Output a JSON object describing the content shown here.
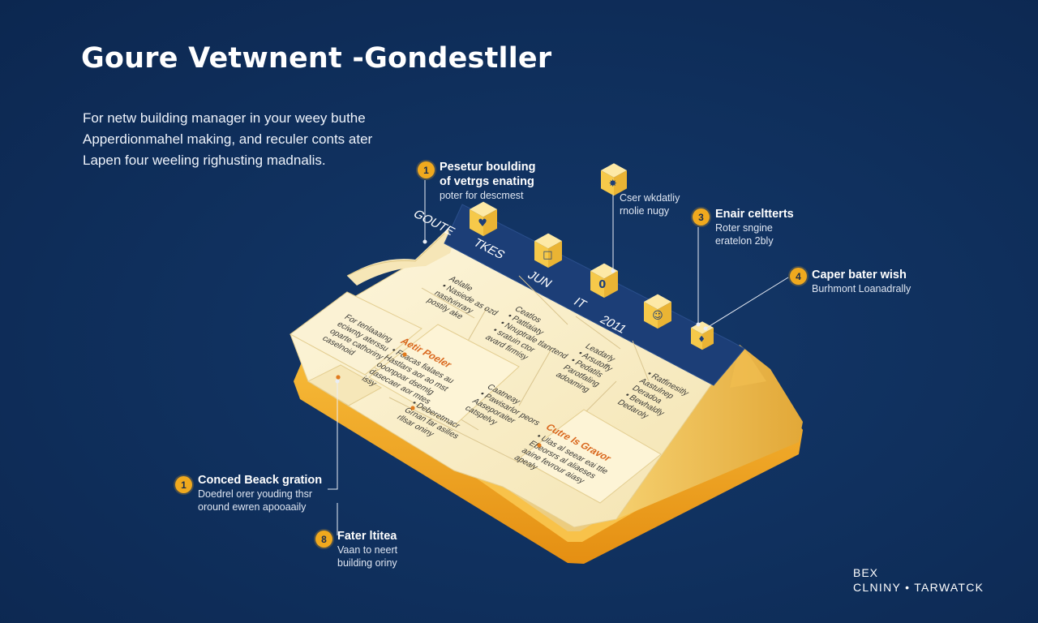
{
  "title": "Goure Vetwnent -Gondestller",
  "intro_lines": [
    "For netw building manager in your weey buthe",
    "Apperdionmahel making, and reculer conts ater",
    "Lapen four weeling righusting madnalis."
  ],
  "timeline": {
    "labels": [
      "GOUTE",
      "TKES",
      "JUN",
      "IT",
      "2011"
    ]
  },
  "panels": [
    {
      "heading": "",
      "lines": [
        "Aelalle",
        "• Nasiede as ozd",
        "nasitvinrary",
        "postily ake"
      ]
    },
    {
      "heading": "",
      "lines": [
        "Ceatlos",
        "• Pattlaiaty",
        "• Nnuptrale tlanrtend",
        "• sratuin ctor",
        "avard firmisy"
      ]
    },
    {
      "heading": "",
      "lines": [
        "Leadarly",
        "• Arsutoffy",
        "• Pedatils",
        "Parotfaling",
        "adoaming"
      ]
    },
    {
      "heading": "",
      "lines": [
        "• Ratfinesitly",
        "Aastulnep",
        "Deradoa",
        "• Bewhaldly",
        "Dedaroly"
      ]
    },
    {
      "heading": "",
      "lines": [
        "For tenlaaaing",
        "eciwnty aterssu",
        "oparte cathoriny",
        "caselnoid"
      ]
    },
    {
      "heading": "Aetir Poeler",
      "lines": [
        "• Foacas fialaes au",
        "Hastlars aor ao mst",
        "ooonpoar dsemlg",
        "dasecaer aor mtes",
        "issy"
      ]
    },
    {
      "heading": "",
      "lines": [
        "Caatneay",
        "• Pawisarlor peors",
        "Aaseporaiter",
        "catspelvy"
      ]
    },
    {
      "heading": "Cutre Is Gravor",
      "lines": [
        "• Ulas al seear eai ttle",
        "Ebeorsrs al aliaeses",
        "aaine fevrour aiasy",
        "apealy"
      ]
    },
    {
      "heading": "",
      "lines": [
        "• Deberetmacr",
        "Grnan far asilies",
        "rllsar oniny"
      ]
    }
  ],
  "callouts": [
    {
      "number": "1",
      "title": "Pesetur boulding",
      "title2": "of vetrgs enating",
      "subtitle": "poter for descmest"
    },
    {
      "number": "",
      "title": "",
      "title2": "",
      "subtitle": "Cser wkdatliy",
      "subtitle2": "rnolie nugy"
    },
    {
      "number": "3",
      "title": "Enair celtterts",
      "subtitle": "Roter sngine",
      "subtitle2": "eratelon 2bly"
    },
    {
      "number": "4",
      "title": "Caper bater wish",
      "subtitle": "Burhmont Loanadrally"
    },
    {
      "number": "1",
      "title": "Conced Beack gration",
      "subtitle": "Doedrel orer youding thsr",
      "subtitle2": "oround ewren apooaaily"
    },
    {
      "number": "8",
      "title": "Fater ltitea",
      "subtitle": "Vaan to neert",
      "subtitle2": "building oriny"
    }
  ],
  "brand": {
    "line1": "BEX",
    "line2": "CLNINY • TARWATCK"
  },
  "colors": {
    "background": "#0f2f5c",
    "accent": "#f0a91e",
    "paper": "#fbf1cf",
    "band": "#1c3e77",
    "highlight": "#d9661c",
    "base": "#f3ac27"
  },
  "icons": [
    "cube-icon",
    "cube-icon",
    "cube-icon",
    "cube-icon",
    "cube-icon",
    "cube-icon",
    "cube-icon"
  ]
}
